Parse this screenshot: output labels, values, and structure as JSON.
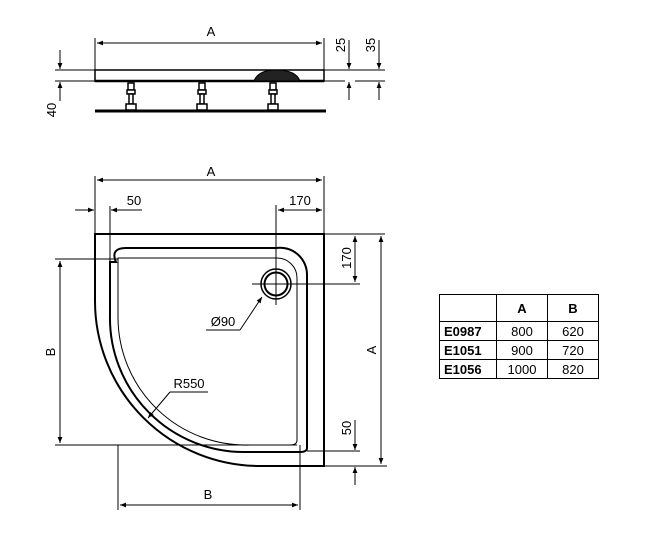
{
  "side_view": {
    "width_label": "A",
    "dim_tray_height": "25",
    "dim_total_height": "35",
    "dim_leg_height": "40"
  },
  "plan_view": {
    "width_label": "A",
    "depth_label": "A",
    "inner_width_label": "B",
    "inner_depth_label": "B",
    "rim_offset_left": "50",
    "rim_offset_bottom": "50",
    "drain_offset_x": "170",
    "drain_offset_y": "170",
    "drain_diameter": "Ø90",
    "curve_radius": "R550"
  },
  "spec_table": {
    "headers": [
      "",
      "A",
      "B"
    ],
    "rows": [
      {
        "code": "E0987",
        "a": "800",
        "b": "620"
      },
      {
        "code": "E1051",
        "a": "900",
        "b": "720"
      },
      {
        "code": "E1056",
        "a": "1000",
        "b": "820"
      }
    ]
  }
}
